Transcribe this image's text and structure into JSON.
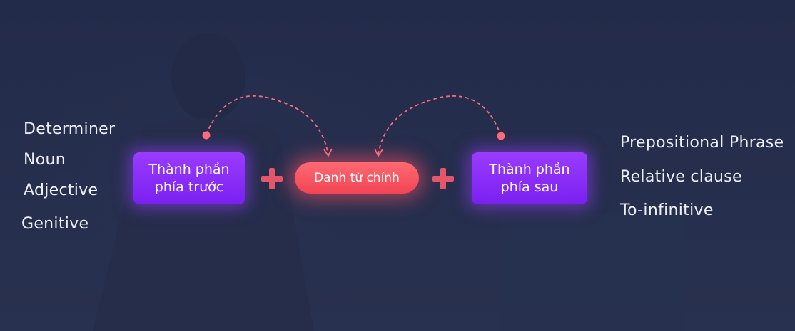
{
  "left_list": [
    "Determiner",
    "Noun",
    "Adjective",
    "Genitive"
  ],
  "right_list": [
    "Prepositional Phrase",
    "Relative clause",
    "To-infinitive"
  ],
  "boxes": {
    "front": {
      "line1": "Thành phần",
      "line2": "phía trước"
    },
    "head": "Danh từ chính",
    "back": {
      "line1": "Thành phần",
      "line2": "phía sau"
    }
  },
  "colors": {
    "background": "#262e4e",
    "purple": "#8a2cf8",
    "coral": "#f4505e",
    "arrow": "#ff6a7a"
  }
}
